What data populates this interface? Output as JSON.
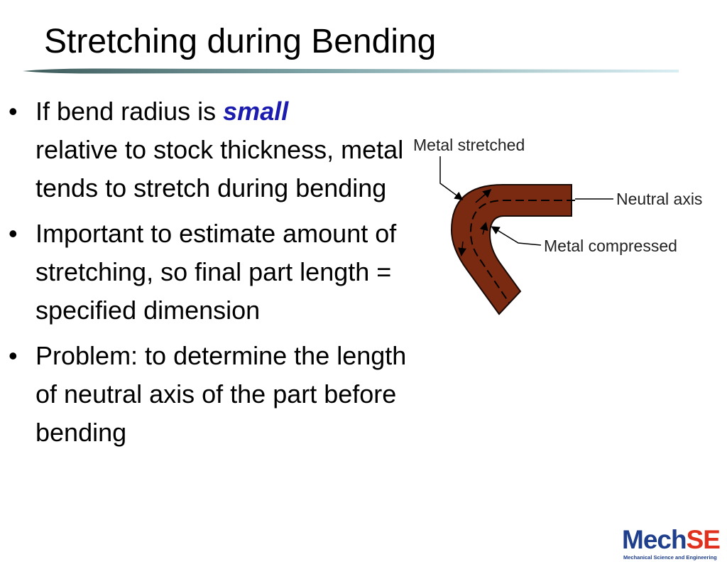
{
  "slide": {
    "title": "Stretching during Bending"
  },
  "bullets": [
    {
      "prefix": "If bend radius is ",
      "emphasis": "small",
      "text": "relative to stock thickness, metal tends to stretch during bending"
    },
    {
      "text": "Important to estimate amount of stretching, so final part length = specified dimension"
    },
    {
      "text": "Problem: to determine the length of neutral axis of the part before bending"
    }
  ],
  "figure": {
    "labels": {
      "stretched": "Metal stretched",
      "neutral_axis": "Neutral axis",
      "compressed": "Metal compressed"
    },
    "metal_color": "#7a2a10"
  },
  "logo": {
    "part1": "Mech",
    "part2": "SE",
    "tagline": "Mechanical Science and Engineering",
    "color1": "#1f3f8c",
    "color2": "#e0301e"
  },
  "colors": {
    "emphasis": "#1b1bb0",
    "bullet_glyph": "•"
  }
}
